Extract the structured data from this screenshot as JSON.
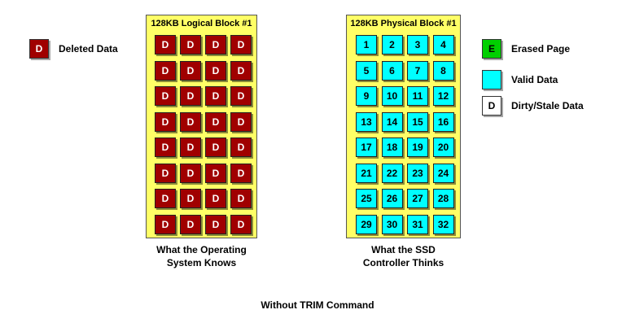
{
  "logical_block": {
    "title": "128KB Logical Block #1",
    "cell_label": "D",
    "rows": 8,
    "cols": 4,
    "caption_line1": "What the Operating",
    "caption_line2": "System Knows"
  },
  "physical_block": {
    "title": "128KB Physical Block #1",
    "cells": [
      "1",
      "2",
      "3",
      "4",
      "5",
      "6",
      "7",
      "8",
      "9",
      "10",
      "11",
      "12",
      "13",
      "14",
      "15",
      "16",
      "17",
      "18",
      "19",
      "20",
      "21",
      "22",
      "23",
      "24",
      "25",
      "26",
      "27",
      "28",
      "29",
      "30",
      "31",
      "32"
    ],
    "caption_line1": "What the SSD",
    "caption_line2": "Controller Thinks"
  },
  "legend_left": {
    "deleted": {
      "symbol": "D",
      "label": "Deleted Data",
      "color": "#a00000"
    }
  },
  "legend_right": {
    "erased": {
      "symbol": "E",
      "label": "Erased Page",
      "color": "#00d000"
    },
    "valid": {
      "symbol": "",
      "label": "Valid Data",
      "color": "#00ffff"
    },
    "dirty": {
      "symbol": "D",
      "label": "Dirty/Stale Data",
      "color": "#ffffff"
    }
  },
  "footer": "Without TRIM Command",
  "colors": {
    "block_bg": "#ffff66",
    "deleted": "#a00000",
    "valid": "#00ffff",
    "erased": "#00d000"
  }
}
